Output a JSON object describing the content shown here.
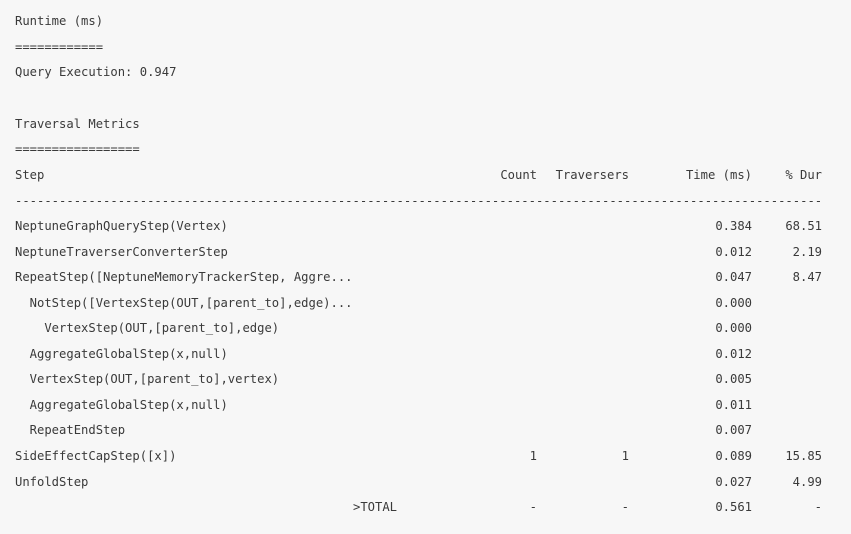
{
  "runtime": {
    "title": "Runtime (ms)",
    "underline": "============",
    "query_execution": "Query Execution: 0.947"
  },
  "metrics": {
    "title": "Traversal Metrics",
    "underline": "=================",
    "headers": {
      "step": "Step",
      "count": "Count",
      "traversers": "Traversers",
      "time": "Time (ms)",
      "dur": "% Dur"
    },
    "separator": "--------------------------------------------------------------------------------------------------------------",
    "rows": [
      {
        "step": "NeptuneGraphQueryStep(Vertex)",
        "count": "",
        "traversers": "",
        "time": "0.384",
        "dur": "68.51"
      },
      {
        "step": "NeptuneTraverserConverterStep",
        "count": "",
        "traversers": "",
        "time": "0.012",
        "dur": "2.19"
      },
      {
        "step": "RepeatStep([NeptuneMemoryTrackerStep, Aggre...",
        "count": "",
        "traversers": "",
        "time": "0.047",
        "dur": "8.47"
      },
      {
        "step": "  NotStep([VertexStep(OUT,[parent_to],edge)...",
        "count": "",
        "traversers": "",
        "time": "0.000",
        "dur": ""
      },
      {
        "step": "    VertexStep(OUT,[parent_to],edge)",
        "count": "",
        "traversers": "",
        "time": "0.000",
        "dur": ""
      },
      {
        "step": "  AggregateGlobalStep(x,null)",
        "count": "",
        "traversers": "",
        "time": "0.012",
        "dur": ""
      },
      {
        "step": "  VertexStep(OUT,[parent_to],vertex)",
        "count": "",
        "traversers": "",
        "time": "0.005",
        "dur": ""
      },
      {
        "step": "  AggregateGlobalStep(x,null)",
        "count": "",
        "traversers": "",
        "time": "0.011",
        "dur": ""
      },
      {
        "step": "  RepeatEndStep",
        "count": "",
        "traversers": "",
        "time": "0.007",
        "dur": ""
      },
      {
        "step": "SideEffectCapStep([x])",
        "count": "1",
        "traversers": "1",
        "time": "0.089",
        "dur": "15.85"
      },
      {
        "step": "UnfoldStep",
        "count": "",
        "traversers": "",
        "time": "0.027",
        "dur": "4.99"
      }
    ],
    "total": {
      "label": ">TOTAL",
      "count": "-",
      "traversers": "-",
      "time": "0.561",
      "dur": "-"
    }
  }
}
